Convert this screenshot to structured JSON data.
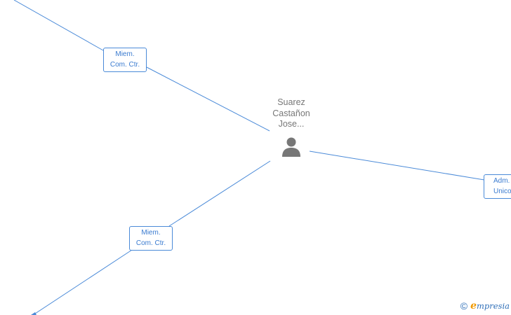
{
  "person": {
    "name_lines": [
      "Suarez",
      "Castañon",
      "Jose..."
    ],
    "icon": "person-icon"
  },
  "edges": [
    {
      "label_lines": [
        "Miem.",
        "Com. Ctr."
      ]
    },
    {
      "label_lines": [
        "Miem.",
        "Com. Ctr."
      ]
    },
    {
      "label_lines": [
        "Adm.",
        "Unico,"
      ]
    }
  ],
  "brand": {
    "copyright": "©",
    "initial": "e",
    "rest": "mpresia"
  },
  "colors": {
    "edge": "#4a8ad8",
    "label_text": "#3a7bd0",
    "person": "#777777",
    "brand_accent": "#f09a00"
  }
}
